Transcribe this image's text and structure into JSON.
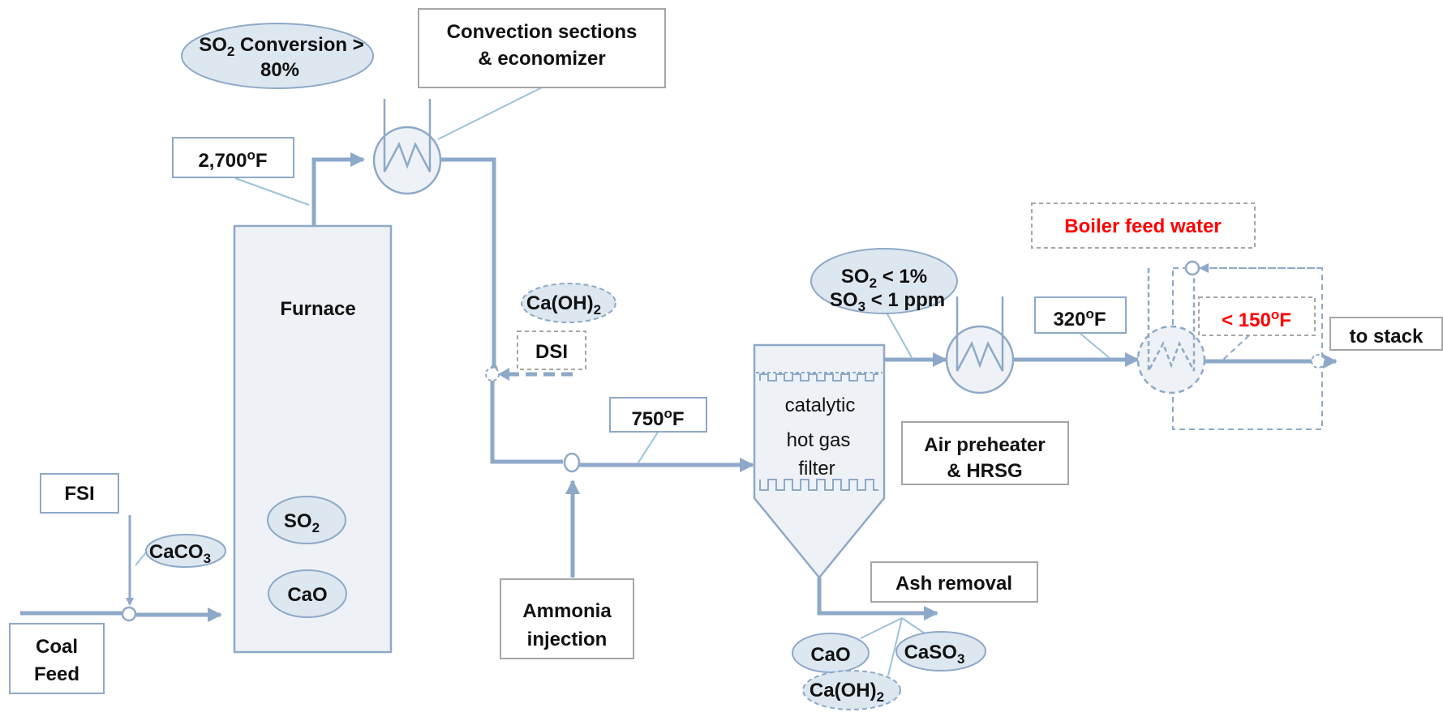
{
  "labels": {
    "so2_conversion": {
      "line1_prefix": "SO",
      "line1_sub": "2",
      "line1_suffix": " Conversion >",
      "line2": "80%"
    },
    "convection": {
      "line1": "Convection sections",
      "line2": "& economizer"
    },
    "temp_furnace_exit": {
      "value": "2,700",
      "deg": "o",
      "unit": "F"
    },
    "furnace": "Furnace",
    "furnace_so2": {
      "prefix": "SO",
      "sub": "2"
    },
    "furnace_cao": "CaO",
    "fsi": "FSI",
    "caco3": {
      "prefix": "CaCO",
      "sub": "3"
    },
    "coal_feed": {
      "line1": "Coal",
      "line2": "Feed"
    },
    "caoh2_dsi": {
      "prefix": "Ca(OH)",
      "sub": "2"
    },
    "dsi": "DSI",
    "temp_filter_inlet": {
      "value": "750",
      "deg": "o",
      "unit": "F"
    },
    "ammonia": {
      "line1": "Ammonia",
      "line2": "injection"
    },
    "filter": {
      "line1": "catalytic",
      "line2": "hot gas",
      "line3": "filter"
    },
    "outlet_spec": {
      "line1_prefix": "SO",
      "line1_sub": "2",
      "line1_suffix": " < 1%",
      "line2_prefix": "SO",
      "line2_sub": "3",
      "line2_suffix": " < 1 ppm"
    },
    "air_preheater": {
      "line1": "Air preheater",
      "line2": "& HRSG"
    },
    "temp_aph_exit": {
      "value": "320",
      "deg": "o",
      "unit": "F"
    },
    "boiler_feed_water": "Boiler feed water",
    "temp_stack": {
      "prefix": "< 150",
      "deg": "o",
      "unit": "F"
    },
    "to_stack": "to stack",
    "ash_removal": "Ash removal",
    "ash_cao": "CaO",
    "ash_caso3": {
      "prefix": "CaSO",
      "sub": "3"
    },
    "ash_caoh2": {
      "prefix": "Ca(OH)",
      "sub": "2"
    }
  },
  "colors": {
    "process_line": "#8ea9c8",
    "vessel_fill": "#eef2f6",
    "species_fill": "#dde7f0",
    "highlight_text": "#ff0000"
  }
}
